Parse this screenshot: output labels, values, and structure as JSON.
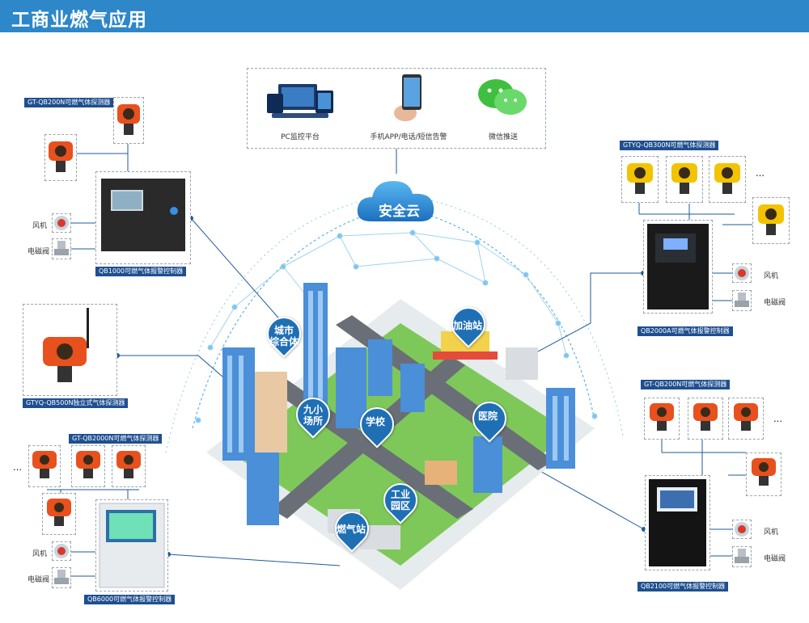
{
  "header": {
    "title": "工商业燃气应用"
  },
  "platform": {
    "items": [
      {
        "label": "PC监控平台",
        "icon": "monitor-icon"
      },
      {
        "label": "手机APP/电话/短信告警",
        "icon": "phone-icon"
      },
      {
        "label": "微信推送",
        "icon": "wechat-icon"
      }
    ]
  },
  "cloud": {
    "label": "安全云"
  },
  "left_top": {
    "detector_label": "GT-QB200N可燃气体探测器",
    "fan_label": "风机",
    "valve_label": "电磁阀",
    "controller_label": "QB1000可燃气体报警控制器"
  },
  "left_mid": {
    "detector_label": "GTYQ-QB500N独立式气体探测器"
  },
  "left_bottom": {
    "detector_label": "GT-QB2000N可燃气体探测器",
    "ellipsis": "…",
    "fan_label": "风机",
    "valve_label": "电磁阀",
    "controller_label": "QB6000可燃气体报警控制器"
  },
  "right_top": {
    "detector_label": "GTYQ-QB300N可燃气体探测器",
    "ellipsis": "…",
    "fan_label": "风机",
    "valve_label": "电磁阀",
    "controller_label": "QB2000A可燃气体报警控制器"
  },
  "right_bottom": {
    "detector_label": "GT-QB200N可燃气体探测器",
    "ellipsis": "…",
    "fan_label": "风机",
    "valve_label": "电磁阀",
    "controller_label": "QB2100可燃气体报警控制器"
  },
  "pins": [
    {
      "label": "城市\n综合体"
    },
    {
      "label": "加油站"
    },
    {
      "label": "九小\n场所"
    },
    {
      "label": "学校"
    },
    {
      "label": "医院"
    },
    {
      "label": "工业\n园区"
    },
    {
      "label": "燃气站"
    }
  ],
  "colors": {
    "header": "#2d87c9",
    "label_bg": "#1f4f8f",
    "pin": "#1f6fb5",
    "detector": "#e8501e",
    "detector_yellow": "#f2c300"
  }
}
